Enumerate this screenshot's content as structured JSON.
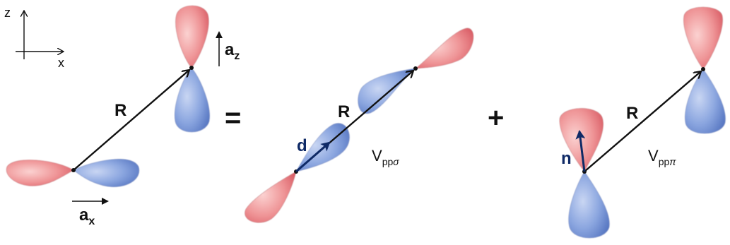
{
  "axes": {
    "z_label": "z",
    "x_label": "x"
  },
  "panel1": {
    "vector_label": "R",
    "unit_x": {
      "base": "a",
      "sub": "x"
    },
    "unit_z": {
      "base": "a",
      "sub": "z"
    }
  },
  "equals": "=",
  "plus": "+",
  "panel2": {
    "vector_label": "R",
    "d_label": "d",
    "coupling": {
      "base": "V",
      "sub": "pp",
      "greek": "σ"
    }
  },
  "panel3": {
    "vector_label": "R",
    "n_label": "n",
    "coupling": {
      "base": "V",
      "sub": "pp",
      "greek": "π"
    }
  },
  "colors": {
    "red_lobe": "#e8747a",
    "red_lobe_light": "#fbd2d1",
    "blue_lobe": "#6f8fd2",
    "blue_lobe_light": "#c9d6f3",
    "dark_blue_arrow": "#0f2a66",
    "black": "#111111"
  }
}
